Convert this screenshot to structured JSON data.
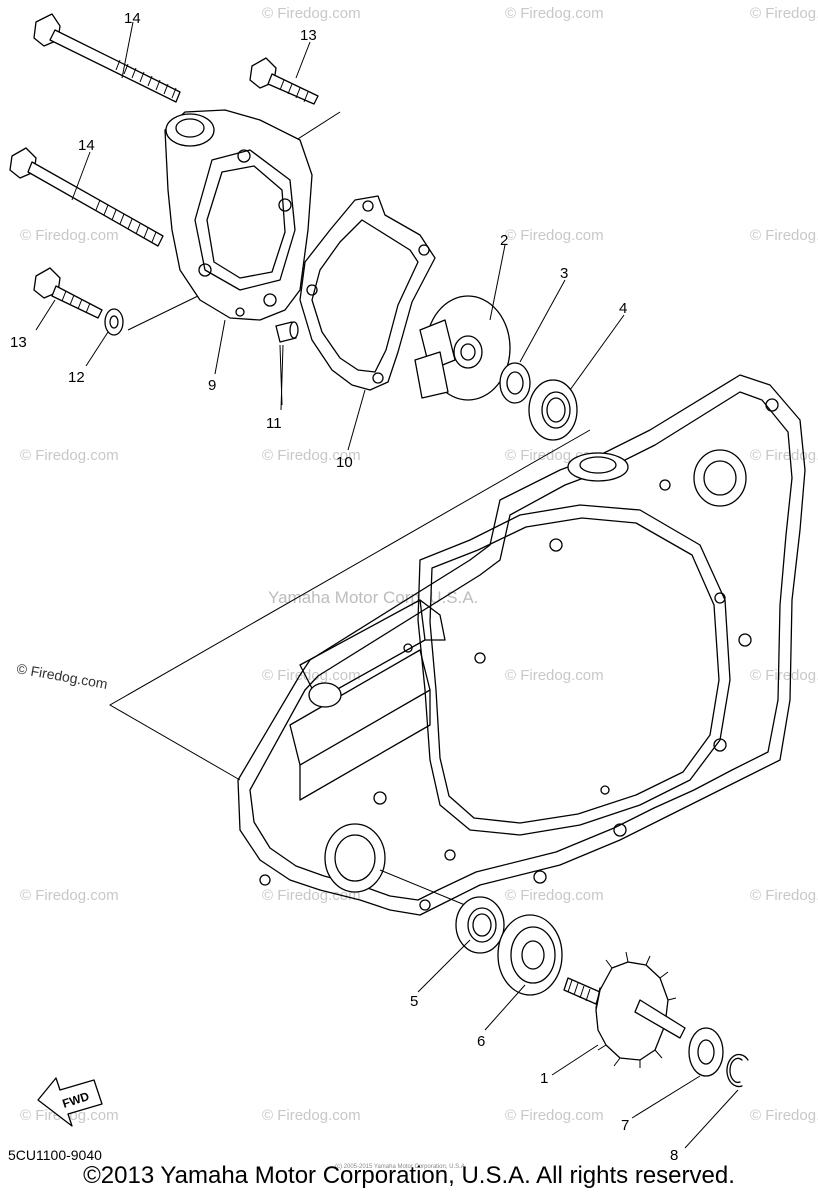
{
  "diagram": {
    "center_watermark": "Yamaha Motor Corp. U.S.A.",
    "corner_watermark": "© Firedog.com",
    "tile_watermark": "© Firedog.com",
    "part_number_code": "5CU1100-9040",
    "fwd_label": "FWD",
    "tiny_print": "(c) 2005-2015 Yamaha Motor Corporation, U.S.A.",
    "copyright": "©2013 Yamaha Motor Corporation, U.S.A. All rights reserved.",
    "callouts": {
      "c1": "1",
      "c2": "2",
      "c3": "3",
      "c4": "4",
      "c5": "5",
      "c6": "6",
      "c7": "7",
      "c8": "8",
      "c9": "9",
      "c10": "10",
      "c11": "11",
      "c12": "12",
      "c13a": "13",
      "c13b": "13",
      "c14a": "14",
      "c14b": "14"
    },
    "parts": [
      "impeller-shaft-gear",
      "impeller",
      "oil-seal",
      "oil-seal-outer",
      "bearing",
      "bearing-large",
      "washer",
      "circlip",
      "water-pump-housing",
      "gasket",
      "dowel-pin",
      "washer-small",
      "bolt-short",
      "bolt-long",
      "crankcase-cover"
    ]
  }
}
